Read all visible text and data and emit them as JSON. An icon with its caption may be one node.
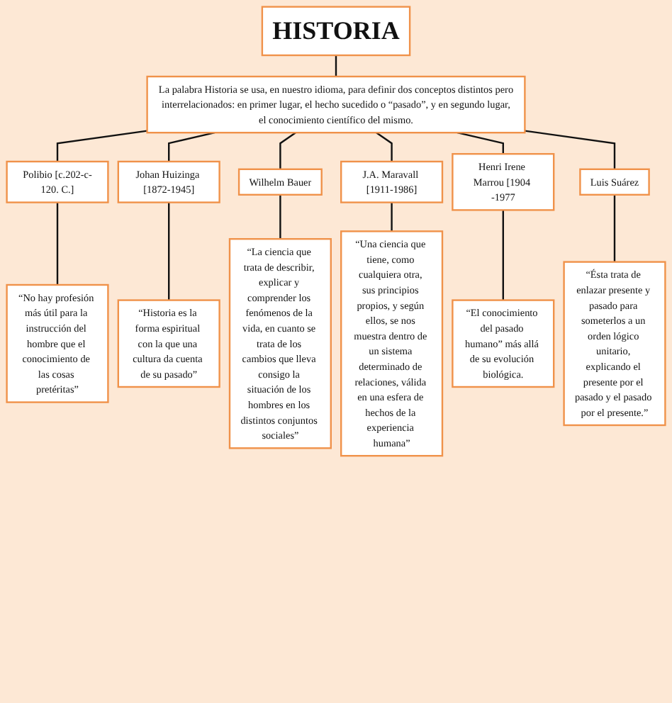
{
  "diagram": {
    "nodes": [
      {
        "text": [
          "HISTORIA"
        ]
      },
      {
        "text": [
          "La palabra Historia se usa, en nuestro idioma, para definir dos conceptos distintos pero interrelacionados: en primer lugar, el hecho sucedido o “pasado”, y en segundo lugar, el conocimiento científico del mismo."
        ]
      },
      {
        "text": [
          "Polibio [c.202-c-120. C.]"
        ]
      },
      {
        "text": [
          "Johan Huizinga [1872-1945]"
        ]
      },
      {
        "text": [
          "Wilhelm Bauer"
        ]
      },
      {
        "text": [
          "J.A. Maravall [1911-1986]"
        ]
      },
      {
        "text": [
          "Henri Irene Marrou [1904 -1977"
        ]
      },
      {
        "text": [
          "Luis Suárez"
        ]
      },
      {
        "text": [
          "“No hay profesión más útil para la instrucción del hombre que el conocimiento de las cosas pretéritas”"
        ]
      },
      {
        "text": [
          "“Historia es la forma espiritual con la que una cultura da cuenta de su pasado”"
        ]
      },
      {
        "text": [
          "“La ciencia que trata de describir, explicar y comprender los fenómenos de la vida, en cuanto se trata de los cambios que lleva consigo la situación de los hombres en los distintos conjuntos sociales”"
        ]
      },
      {
        "text": [
          "“Una ciencia que tiene, como cualquiera otra, sus principios propios, y según ellos, se nos muestra dentro de un sistema determinado de relaciones, válida en una esfera de hechos de la experiencia humana”"
        ]
      },
      {
        "text": [
          "“El conocimiento del pasado humano” más allá de su evolución biológica."
        ]
      },
      {
        "text": [
          "“Ésta trata de enlazar presente y pasado para someterlos a un orden lógico unitario, explicando el presente por el pasado y el pasado por el presente.”"
        ]
      }
    ],
    "edges": [
      {
        "from": 0,
        "to": 1,
        "arrow": "none"
      },
      {
        "from": 1,
        "to": 2,
        "arrow": "none"
      },
      {
        "from": 1,
        "to": 3,
        "arrow": "none"
      },
      {
        "from": 1,
        "to": 4,
        "arrow": "none"
      },
      {
        "from": 1,
        "to": 5,
        "arrow": "none"
      },
      {
        "from": 1,
        "to": 6,
        "arrow": "none"
      },
      {
        "from": 1,
        "to": 7,
        "arrow": "none"
      },
      {
        "from": 2,
        "to": 8,
        "arrow": "none"
      },
      {
        "from": 3,
        "to": 9,
        "arrow": "none"
      },
      {
        "from": 4,
        "to": 10,
        "arrow": "none"
      },
      {
        "from": 5,
        "to": 11,
        "arrow": "none"
      },
      {
        "from": 6,
        "to": 12,
        "arrow": "none"
      },
      {
        "from": 7,
        "to": 13,
        "arrow": "none"
      }
    ]
  }
}
